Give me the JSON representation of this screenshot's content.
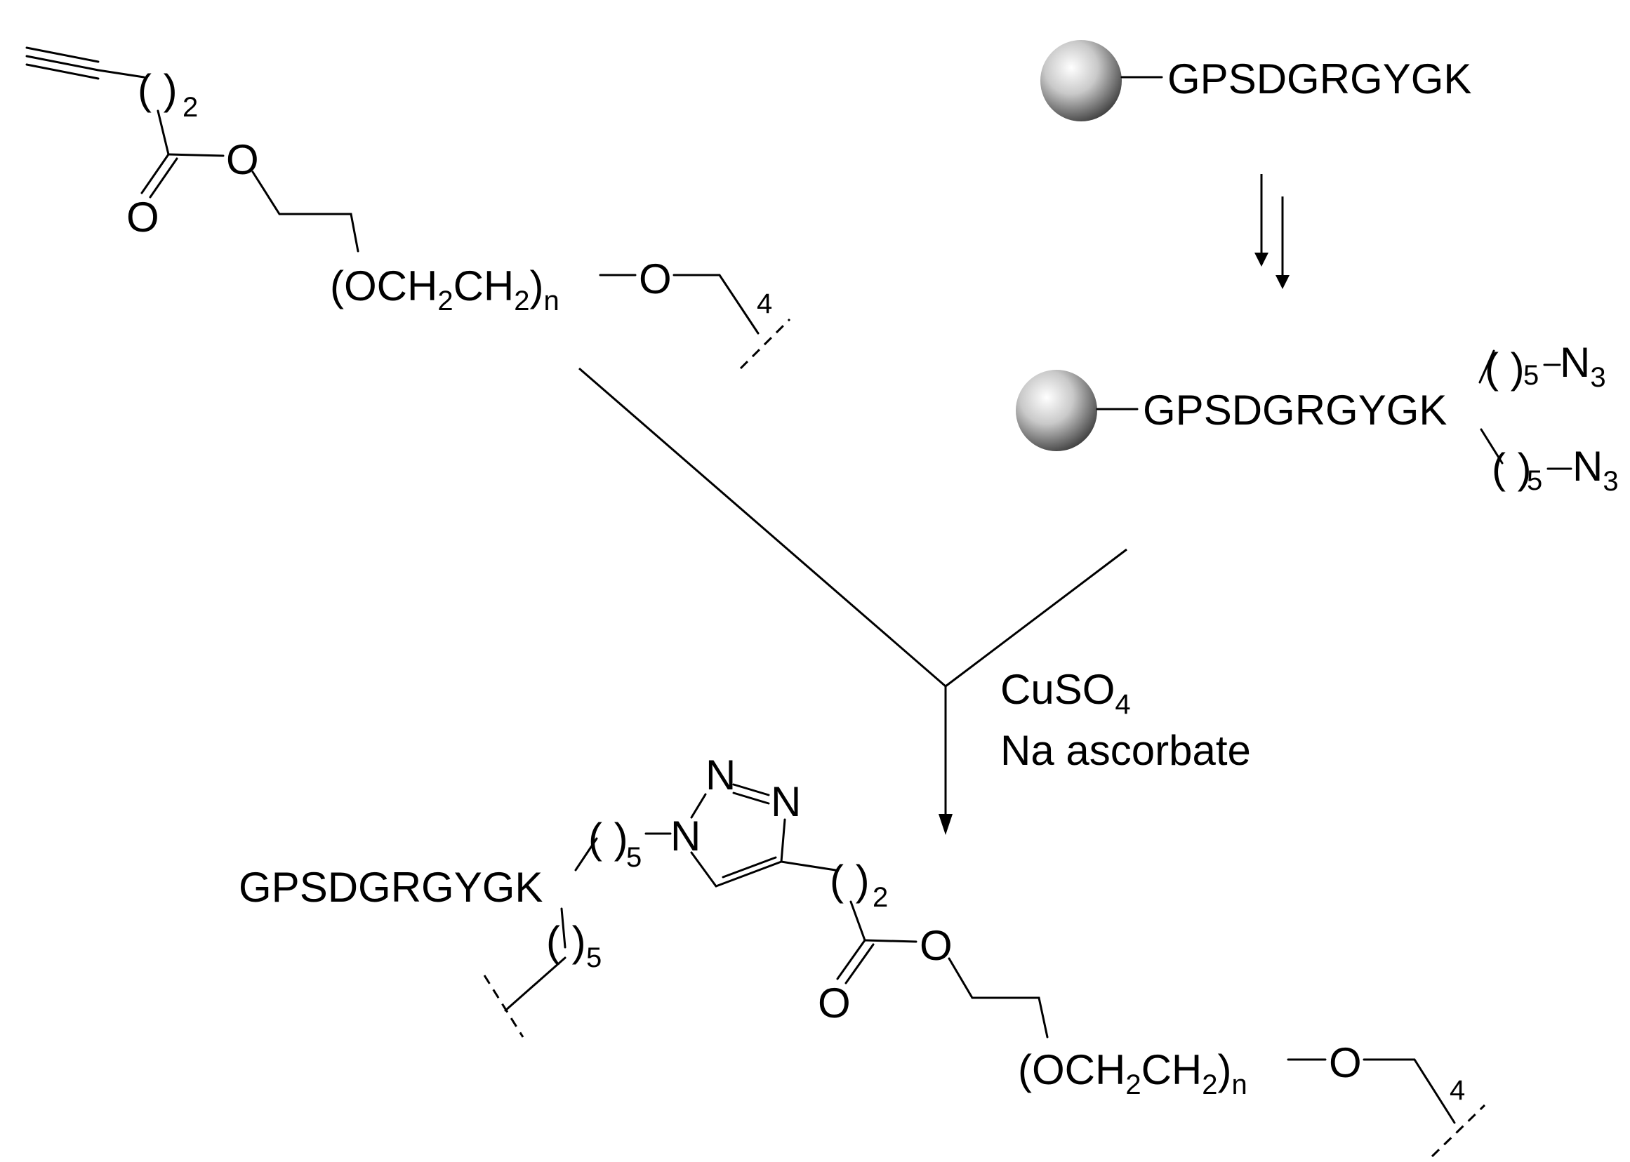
{
  "peptide": "GPSDGRGYGK",
  "groups": {
    "ring_o": "O",
    "carbonyl_o": "O",
    "peg_open": "(OCH",
    "peg_h2_a": "2",
    "peg_ch": "CH",
    "peg_h2_b": "2",
    "peg_close": ")",
    "peg_n": "n",
    "ether_o": "O",
    "chain_paren": "( )",
    "chain_2": "2",
    "chain_4": "4",
    "chain_5": "5",
    "azide_n": "N",
    "azide_3": "3",
    "triazole_n": "N"
  },
  "reagents": {
    "line1_main": "CuSO",
    "line1_sub": "4",
    "line2": "Na ascorbate"
  },
  "colors": {
    "ink": "#000000",
    "bead_light": "#ffffff",
    "bead_dark": "#3a3a3a"
  }
}
